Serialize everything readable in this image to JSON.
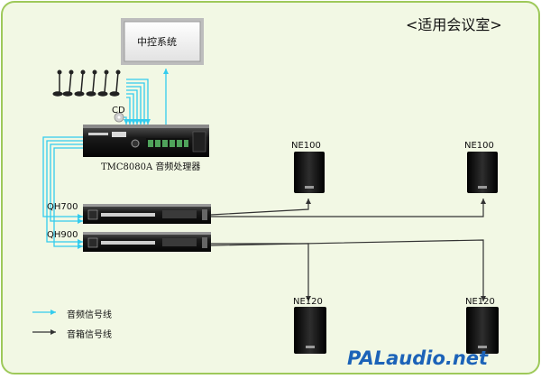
{
  "title": "<适用会议室>",
  "central_control": "中控系统",
  "cd_label": "CD",
  "processor": {
    "caption": "TMC8080A 音频处理器"
  },
  "amplifiers": [
    {
      "label": "QH700"
    },
    {
      "label": "QH900"
    }
  ],
  "speakers": [
    {
      "label": "NE100"
    },
    {
      "label": "NE100"
    },
    {
      "label": "NE120"
    },
    {
      "label": "NE120"
    }
  ],
  "legend": [
    {
      "label": "音频信号线",
      "color": "#33ccee"
    },
    {
      "label": "音箱信号线",
      "color": "#333333"
    }
  ],
  "brand": {
    "text": "PALaudio.net",
    "color": "#1c63b8"
  },
  "colors": {
    "background": "#f2f8e4",
    "border": "#9ec95a",
    "signal": "#33ccee",
    "speaker_line": "#333333"
  }
}
